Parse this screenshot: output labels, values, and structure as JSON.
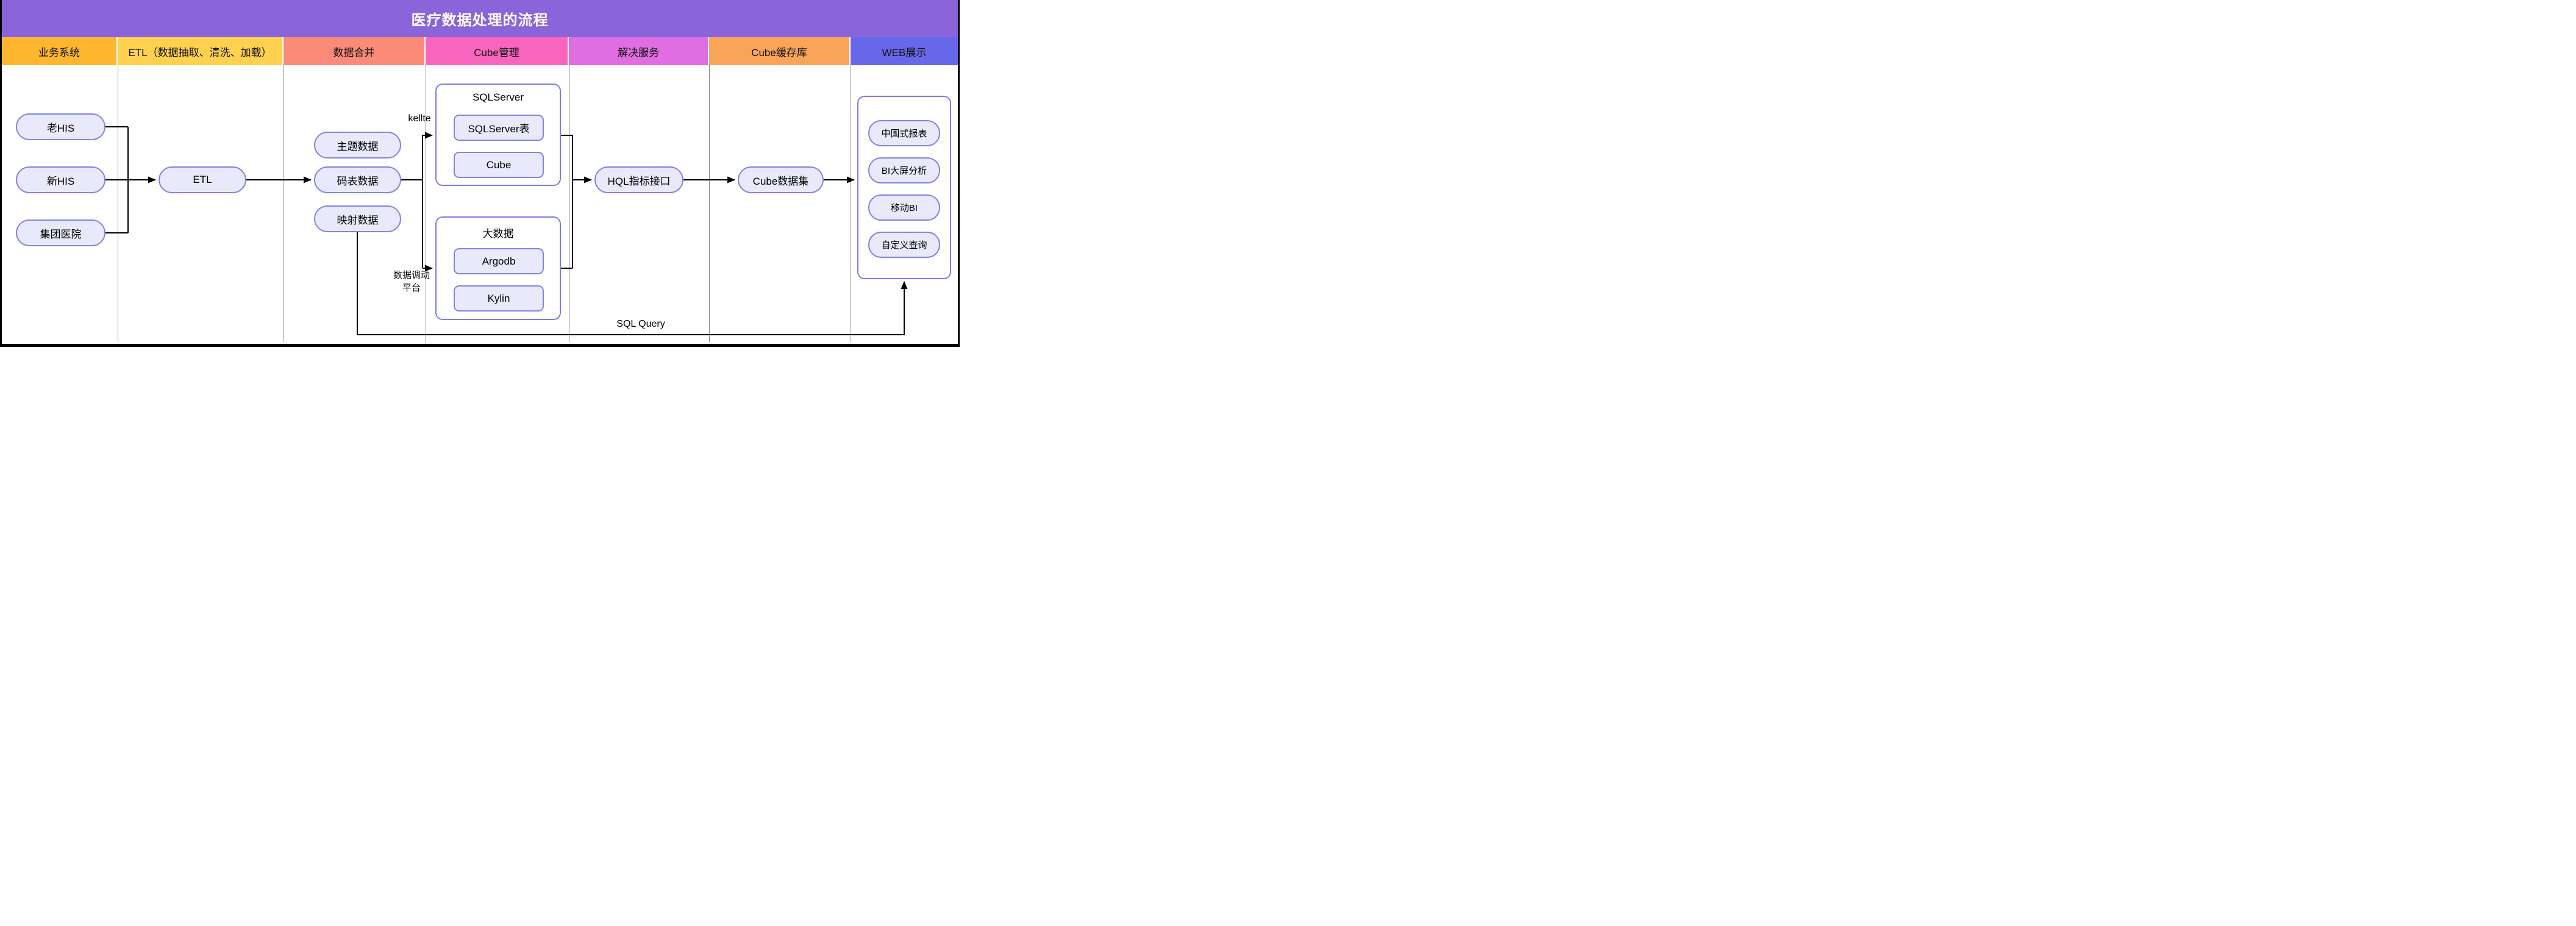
{
  "title": {
    "text": "医疗数据处理的流程"
  },
  "lanes": [
    {
      "label": "业务系统",
      "color": "#FFB62F"
    },
    {
      "label": "ETL（数据抽取、清洗、加载）",
      "color": "#FFD14E"
    },
    {
      "label": "数据合并",
      "color": "#FB8A78"
    },
    {
      "label": "Cube管理",
      "color": "#F864BE"
    },
    {
      "label": "解决服务",
      "color": "#E06DE2"
    },
    {
      "label": "Cube缓存库",
      "color": "#FAA45A"
    },
    {
      "label": "WEB展示",
      "color": "#6768E9"
    }
  ],
  "nodes": {
    "old_his": "老HIS",
    "new_his": "新HIS",
    "group_hospital": "集团医院",
    "etl": "ETL",
    "topic_data": "主题数据",
    "code_table": "码表数据",
    "mapping_data": "映射数据",
    "sqlserver_table": "SQLServer表",
    "cube": "Cube",
    "argodb": "Argodb",
    "kylin": "Kylin",
    "hql_api": "HQL指标接口",
    "cube_dataset": "Cube数据集",
    "cn_report": "中国式报表",
    "bi_screen": "BI大屏分析",
    "mobile_bi": "移动BI",
    "custom_query": "自定义查询"
  },
  "containers": {
    "sqlserver": "SQLServer",
    "bigdata": "大数据"
  },
  "edge_labels": {
    "kettle": "kellte",
    "scheduling_1": "数据调动",
    "scheduling_2": "平台",
    "sql_query": "SQL Query"
  },
  "colors": {
    "title_bg": "#8A64D9",
    "title_text": "#FFFFFF",
    "node_fill": "#E9E9FB",
    "node_border": "#8083E2",
    "container_border": "#7B7DE3",
    "connector": "#000000",
    "lane_divider": "#8C8C8C",
    "body_bg": "#FFFFFF"
  }
}
